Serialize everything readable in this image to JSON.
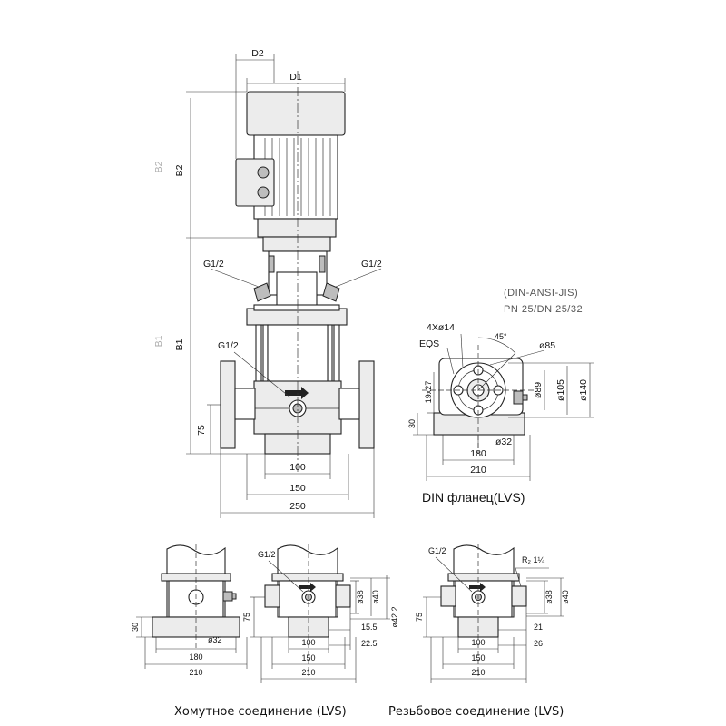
{
  "main_view": {
    "d2": "D2",
    "d1": "D1",
    "b2": "B2",
    "b1": "B1",
    "b2_ghost": "B2",
    "b1_ghost": "B1",
    "g_left": "G1/2",
    "g_right": "G1/2",
    "g_center": "G1/2",
    "d75": "75",
    "d100": "100",
    "d150": "150",
    "d250": "250"
  },
  "flange_view": {
    "standard": "(DIN-ANSI-JIS)",
    "pressure": "PN 25/DN 25/32",
    "holes": "4Xø14",
    "eqs": "EQS",
    "angle": "45°",
    "d85": "ø85",
    "d89": "ø89",
    "d105": "ø105",
    "d140": "ø140",
    "d19x27": "19x27",
    "d30": "30",
    "d32": "ø32",
    "d180": "180",
    "d210": "210",
    "caption": "DIN фланец(LVS)"
  },
  "clamp_view": {
    "d30": "30",
    "d32": "ø32",
    "d180": "180",
    "d210": "210",
    "caption": "Хомутное соединение (LVS)"
  },
  "clamp_side_view": {
    "g": "G1/2",
    "d75": "75",
    "d38": "ø38",
    "d40": "ø40",
    "d42": "ø42.2",
    "d15": "15.5",
    "d22": "22.5",
    "d100": "100",
    "d150": "150",
    "d210": "210"
  },
  "thread_view": {
    "g": "G1/2",
    "r2": "R₂ 1¼",
    "d75": "75",
    "d38": "ø38",
    "d40": "ø40",
    "d21": "21",
    "d26": "26",
    "d100": "100",
    "d150": "150",
    "d210": "210",
    "caption": "Резьбовое соединение (LVS)"
  }
}
